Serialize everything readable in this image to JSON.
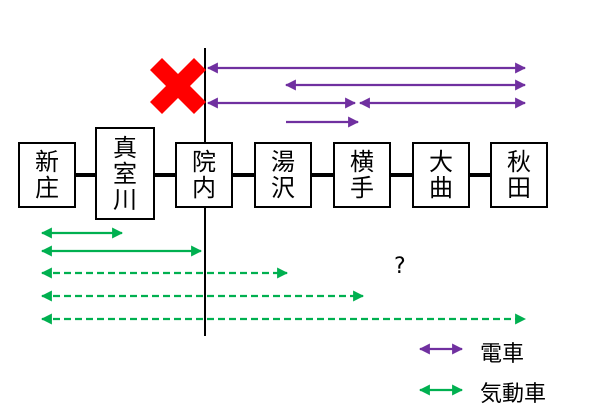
{
  "stations": [
    {
      "id": "shinjo",
      "name": "新庄"
    },
    {
      "id": "mamurogawa",
      "name": "真室川"
    },
    {
      "id": "innai",
      "name": "院内"
    },
    {
      "id": "yuzawa",
      "name": "湯沢"
    },
    {
      "id": "yokote",
      "name": "横手"
    },
    {
      "id": "omagari",
      "name": "大曲"
    },
    {
      "id": "akita",
      "name": "秋田"
    }
  ],
  "question_mark": "?",
  "colors": {
    "electric": "#7030A0",
    "diesel": "#00B050",
    "cross": "#FF0000",
    "line": "#000000"
  },
  "legend": [
    {
      "label": "電車",
      "color": "#7030A0",
      "style": "solid"
    },
    {
      "label": "気動車",
      "color": "#00B050",
      "style": "solid"
    }
  ],
  "electric_services": [
    {
      "from": "innai",
      "to": "akita",
      "style": "solid"
    },
    {
      "from": "yuzawa",
      "to": "akita",
      "style": "solid"
    },
    {
      "from": "innai",
      "to": "yokote",
      "style": "solid"
    },
    {
      "from": "yokote",
      "to": "akita",
      "style": "solid"
    },
    {
      "from": "yuzawa",
      "to": "yokote",
      "style": "solid",
      "arrow_start": false
    }
  ],
  "diesel_services": [
    {
      "from": "shinjo",
      "to": "mamurogawa",
      "style": "solid"
    },
    {
      "from": "shinjo",
      "to": "innai",
      "style": "solid"
    },
    {
      "from": "shinjo",
      "to": "yuzawa",
      "style": "dashed"
    },
    {
      "from": "shinjo",
      "to": "yokote",
      "style": "dashed"
    },
    {
      "from": "shinjo",
      "to": "akita",
      "style": "dashed"
    }
  ]
}
